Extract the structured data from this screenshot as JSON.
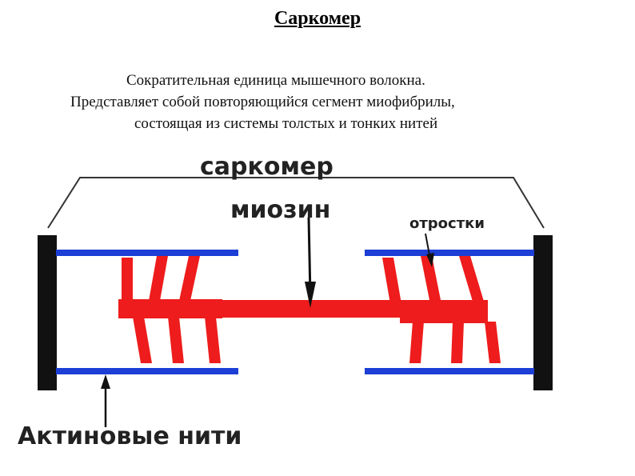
{
  "title": "Саркомер",
  "description": [
    "Сократительная единица мышечного волокна.",
    "Представляет собой повторяющийся сегмент миофибрилы,",
    "состоящая из системы толстых и тонких нитей"
  ],
  "diagram": {
    "label_sarcomere": "саркомер",
    "label_myosin": "миозин",
    "label_processes": "отростки",
    "label_actin": "Актиновые нити",
    "colors": {
      "myosin": "#ee1c1c",
      "actin": "#1c3fd6",
      "z_disc": "#111111",
      "outline": "#333333"
    }
  }
}
